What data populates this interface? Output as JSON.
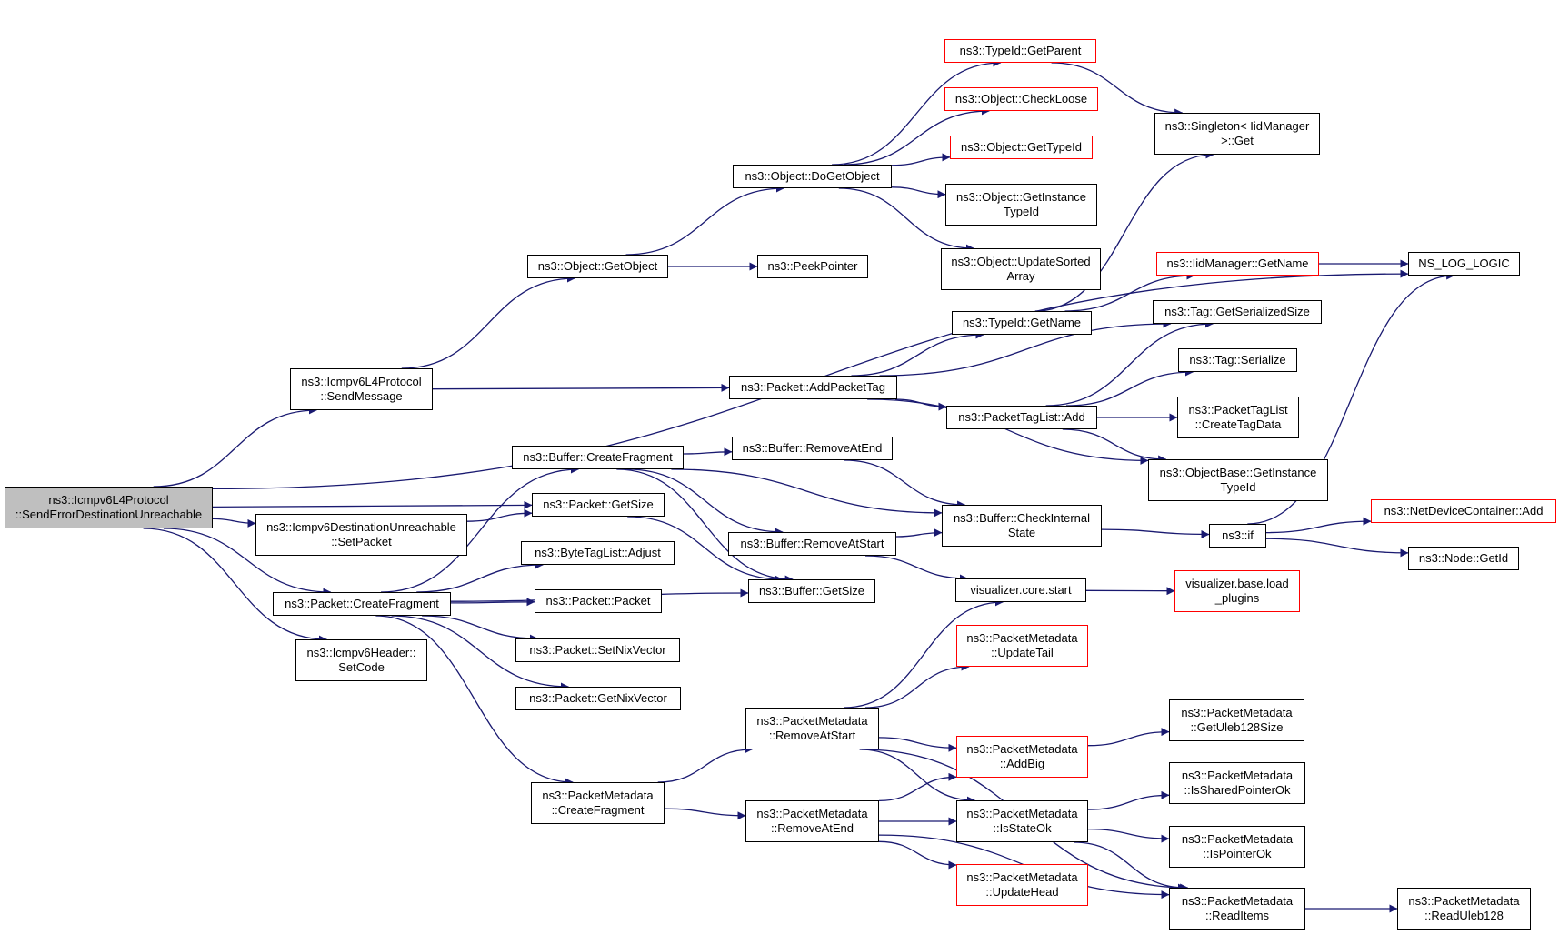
{
  "colors": {
    "edge": "#191970",
    "border": "#000000",
    "undocumented_border": "#ff0000",
    "root_fill": "#bfbfbf"
  },
  "nodes": {
    "root": [
      "ns3::Icmpv6L4Protocol",
      "::SendErrorDestinationUnreachable"
    ],
    "send_message": [
      "ns3::Icmpv6L4Protocol",
      "::SendMessage"
    ],
    "dest_unreach_set_packet": [
      "ns3::Icmpv6DestinationUnreachable",
      "::SetPacket"
    ],
    "packet_create_fragment": [
      "ns3::Packet::CreateFragment"
    ],
    "header_set_code": [
      "ns3::Icmpv6Header::",
      "SetCode"
    ],
    "object_get_object": [
      "ns3::Object::GetObject"
    ],
    "peek_pointer": [
      "ns3::PeekPointer"
    ],
    "object_do_get_object": [
      "ns3::Object::DoGetObject"
    ],
    "typeid_get_parent": [
      "ns3::TypeId::GetParent"
    ],
    "object_check_loose": [
      "ns3::Object::CheckLoose"
    ],
    "object_get_type_id": [
      "ns3::Object::GetTypeId"
    ],
    "object_get_instance_type_id": [
      "ns3::Object::GetInstance",
      "TypeId"
    ],
    "object_update_sorted_array": [
      "ns3::Object::UpdateSorted",
      "Array"
    ],
    "singleton_get": [
      "ns3::Singleton< IidManager",
      " >::Get"
    ],
    "iid_manager_get_name": [
      "ns3::IidManager::GetName"
    ],
    "ns_log_logic": [
      "NS_LOG_LOGIC"
    ],
    "typeid_get_name": [
      "ns3::TypeId::GetName"
    ],
    "packet_add_packet_tag": [
      "ns3::Packet::AddPacketTag"
    ],
    "tag_get_serialized_size": [
      "ns3::Tag::GetSerializedSize"
    ],
    "tag_serialize": [
      "ns3::Tag::Serialize"
    ],
    "packet_tag_list_add": [
      "ns3::PacketTagList::Add"
    ],
    "packet_tag_list_create_tag_data": [
      "ns3::PacketTagList",
      "::CreateTagData"
    ],
    "object_base_get_instance_type_id": [
      "ns3::ObjectBase::GetInstance",
      "TypeId"
    ],
    "buffer_create_fragment": [
      "ns3::Buffer::CreateFragment"
    ],
    "buffer_remove_at_end": [
      "ns3::Buffer::RemoveAtEnd"
    ],
    "packet_get_size": [
      "ns3::Packet::GetSize"
    ],
    "buffer_check_internal_state": [
      "ns3::Buffer::CheckInternal",
      "State"
    ],
    "ns3_if": [
      "ns3::if"
    ],
    "net_device_container_add": [
      "ns3::NetDeviceContainer::Add"
    ],
    "node_get_id": [
      "ns3::Node::GetId"
    ],
    "buffer_remove_at_start": [
      "ns3::Buffer::RemoveAtStart"
    ],
    "byte_tag_list_adjust": [
      "ns3::ByteTagList::Adjust"
    ],
    "buffer_get_size": [
      "ns3::Buffer::GetSize"
    ],
    "visualizer_core_start": [
      "visualizer.core.start"
    ],
    "visualizer_base_load_plugins": [
      "visualizer.base.load",
      "_plugins"
    ],
    "packet_packet": [
      "ns3::Packet::Packet"
    ],
    "packet_set_nix_vector": [
      "ns3::Packet::SetNixVector"
    ],
    "packet_get_nix_vector": [
      "ns3::Packet::GetNixVector"
    ],
    "pm_update_tail": [
      "ns3::PacketMetadata",
      "::UpdateTail"
    ],
    "pm_remove_at_start": [
      "ns3::PacketMetadata",
      "::RemoveAtStart"
    ],
    "pm_get_uleb128_size": [
      "ns3::PacketMetadata",
      "::GetUleb128Size"
    ],
    "pm_add_big": [
      "ns3::PacketMetadata",
      "::AddBig"
    ],
    "pm_create_fragment": [
      "ns3::PacketMetadata",
      "::CreateFragment"
    ],
    "pm_is_shared_pointer_ok": [
      "ns3::PacketMetadata",
      "::IsSharedPointerOk"
    ],
    "pm_remove_at_end": [
      "ns3::PacketMetadata",
      "::RemoveAtEnd"
    ],
    "pm_is_state_ok": [
      "ns3::PacketMetadata",
      "::IsStateOk"
    ],
    "pm_is_pointer_ok": [
      "ns3::PacketMetadata",
      "::IsPointerOk"
    ],
    "pm_update_head": [
      "ns3::PacketMetadata",
      "::UpdateHead"
    ],
    "pm_read_items": [
      "ns3::PacketMetadata",
      "::ReadItems"
    ],
    "pm_read_uleb128": [
      "ns3::PacketMetadata",
      "::ReadUleb128"
    ]
  },
  "undocumented_nodes": [
    "typeid_get_parent",
    "object_check_loose",
    "object_get_type_id",
    "iid_manager_get_name",
    "net_device_container_add",
    "visualizer_base_load_plugins",
    "pm_update_tail",
    "pm_add_big",
    "pm_update_head"
  ],
  "edges": [
    [
      "root",
      "ns_log_logic"
    ],
    [
      "root",
      "send_message"
    ],
    [
      "root",
      "packet_get_size"
    ],
    [
      "root",
      "dest_unreach_set_packet"
    ],
    [
      "root",
      "packet_create_fragment"
    ],
    [
      "root",
      "header_set_code"
    ],
    [
      "send_message",
      "object_get_object"
    ],
    [
      "send_message",
      "packet_add_packet_tag"
    ],
    [
      "object_get_object",
      "object_do_get_object"
    ],
    [
      "object_get_object",
      "peek_pointer"
    ],
    [
      "object_do_get_object",
      "typeid_get_parent"
    ],
    [
      "object_do_get_object",
      "object_check_loose"
    ],
    [
      "object_do_get_object",
      "object_get_type_id"
    ],
    [
      "object_do_get_object",
      "object_get_instance_type_id"
    ],
    [
      "object_do_get_object",
      "object_update_sorted_array"
    ],
    [
      "typeid_get_parent",
      "singleton_get"
    ],
    [
      "typeid_get_name",
      "singleton_get"
    ],
    [
      "typeid_get_name",
      "iid_manager_get_name"
    ],
    [
      "iid_manager_get_name",
      "ns_log_logic"
    ],
    [
      "packet_add_packet_tag",
      "typeid_get_name"
    ],
    [
      "packet_add_packet_tag",
      "tag_get_serialized_size"
    ],
    [
      "packet_add_packet_tag",
      "packet_tag_list_add"
    ],
    [
      "packet_add_packet_tag",
      "object_base_get_instance_type_id"
    ],
    [
      "packet_tag_list_add",
      "tag_get_serialized_size"
    ],
    [
      "packet_tag_list_add",
      "tag_serialize"
    ],
    [
      "packet_tag_list_add",
      "packet_tag_list_create_tag_data"
    ],
    [
      "packet_tag_list_add",
      "object_base_get_instance_type_id"
    ],
    [
      "dest_unreach_set_packet",
      "packet_get_size"
    ],
    [
      "packet_get_size",
      "buffer_get_size"
    ],
    [
      "packet_create_fragment",
      "buffer_create_fragment"
    ],
    [
      "packet_create_fragment",
      "byte_tag_list_adjust"
    ],
    [
      "packet_create_fragment",
      "packet_packet"
    ],
    [
      "packet_create_fragment",
      "packet_set_nix_vector"
    ],
    [
      "packet_create_fragment",
      "packet_get_nix_vector"
    ],
    [
      "packet_create_fragment",
      "buffer_get_size"
    ],
    [
      "packet_create_fragment",
      "pm_create_fragment"
    ],
    [
      "buffer_create_fragment",
      "buffer_remove_at_end"
    ],
    [
      "buffer_create_fragment",
      "buffer_check_internal_state"
    ],
    [
      "buffer_create_fragment",
      "buffer_remove_at_start"
    ],
    [
      "buffer_create_fragment",
      "buffer_get_size"
    ],
    [
      "buffer_remove_at_end",
      "buffer_check_internal_state"
    ],
    [
      "buffer_remove_at_start",
      "buffer_check_internal_state"
    ],
    [
      "buffer_remove_at_start",
      "visualizer_core_start"
    ],
    [
      "buffer_check_internal_state",
      "ns3_if"
    ],
    [
      "ns3_if",
      "ns_log_logic"
    ],
    [
      "ns3_if",
      "net_device_container_add"
    ],
    [
      "ns3_if",
      "node_get_id"
    ],
    [
      "visualizer_core_start",
      "visualizer_base_load_plugins"
    ],
    [
      "pm_create_fragment",
      "pm_remove_at_start"
    ],
    [
      "pm_create_fragment",
      "pm_remove_at_end"
    ],
    [
      "pm_remove_at_start",
      "visualizer_core_start"
    ],
    [
      "pm_remove_at_start",
      "pm_update_tail"
    ],
    [
      "pm_remove_at_start",
      "pm_add_big"
    ],
    [
      "pm_remove_at_start",
      "pm_is_state_ok"
    ],
    [
      "pm_remove_at_start",
      "pm_read_items"
    ],
    [
      "pm_remove_at_end",
      "pm_add_big"
    ],
    [
      "pm_remove_at_end",
      "pm_is_state_ok"
    ],
    [
      "pm_remove_at_end",
      "pm_update_head"
    ],
    [
      "pm_remove_at_end",
      "pm_read_items"
    ],
    [
      "pm_add_big",
      "pm_get_uleb128_size"
    ],
    [
      "pm_is_state_ok",
      "pm_is_shared_pointer_ok"
    ],
    [
      "pm_is_state_ok",
      "pm_is_pointer_ok"
    ],
    [
      "pm_is_state_ok",
      "pm_read_items"
    ],
    [
      "pm_read_items",
      "pm_read_uleb128"
    ]
  ]
}
